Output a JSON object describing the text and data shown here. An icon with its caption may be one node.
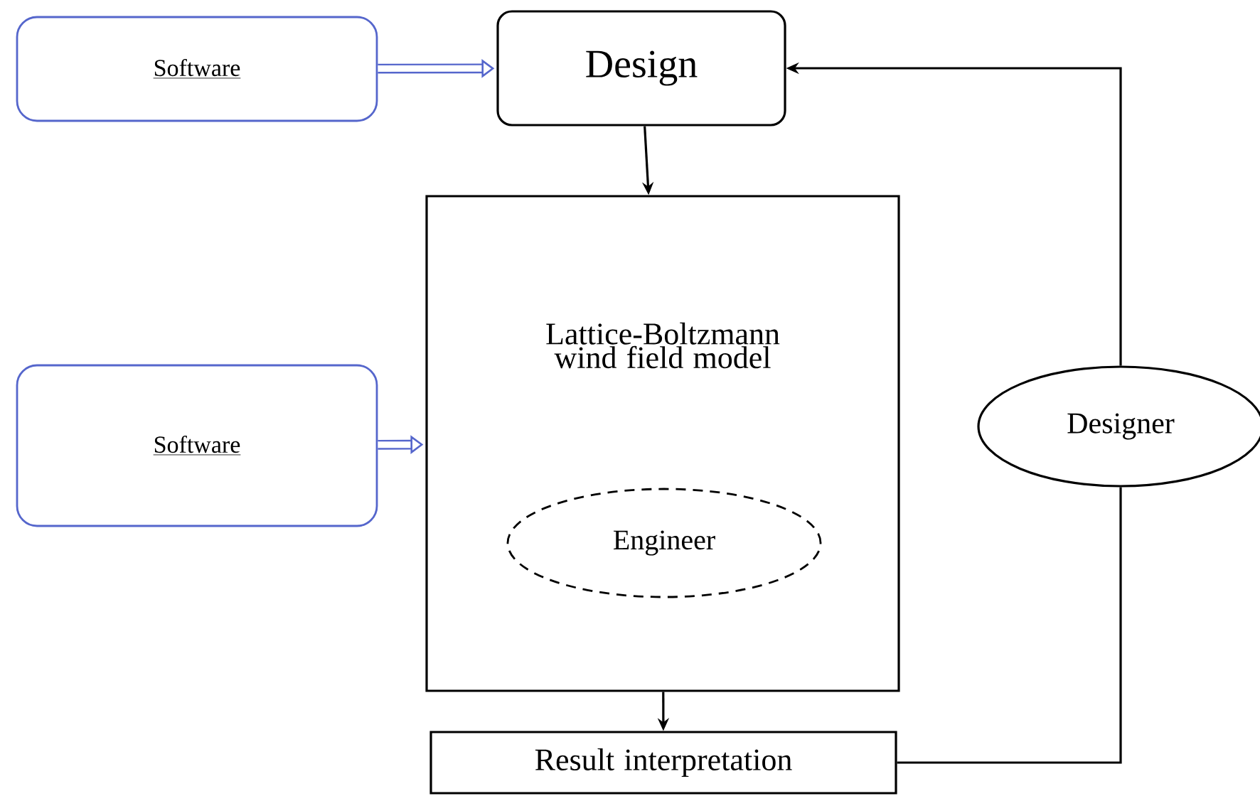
{
  "diagram": {
    "nodes": [
      {
        "text": [
          "Software"
        ]
      },
      {
        "text": [
          "Design"
        ]
      },
      {
        "text": [
          "Software"
        ]
      },
      {
        "text": [
          "Lattice-Boltzmann wind field model"
        ]
      },
      {
        "text": [
          "Engineer"
        ],
        "in": 3
      },
      {
        "text": [
          "Designer"
        ]
      },
      {
        "text": [
          "Result interpretation"
        ]
      }
    ],
    "edges": [
      {
        "from": 0,
        "to": 1,
        "arrow": "to",
        "style": "thick",
        "color": "#5566cc"
      },
      {
        "from": 1,
        "to": 3,
        "arrow": "to"
      },
      {
        "from": 2,
        "to": 3,
        "arrow": "to",
        "style": "thick",
        "color": "#5566cc"
      },
      {
        "from": 3,
        "to": 6,
        "arrow": "to"
      },
      {
        "from": 6,
        "to": 5,
        "arrow": "none"
      },
      {
        "from": 5,
        "to": 1,
        "arrow": "to"
      }
    ]
  }
}
